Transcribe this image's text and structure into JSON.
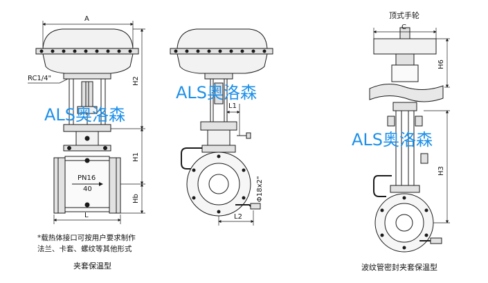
{
  "dimensions": {
    "A": "A",
    "C": "C",
    "L": "L",
    "L1": "L1",
    "L2": "L2",
    "H1": "H1",
    "H2": "H2",
    "H3": "H3",
    "H6": "H6",
    "Hb": "Hb"
  },
  "labels": {
    "rc_thread": "RC1/4\"",
    "pressure": "PN16",
    "size": "40",
    "bolt_hole": "Φ18x2\"",
    "top_handwheel": "顶式手轮"
  },
  "notes": [
    "*载热体接口可按用户要求制作",
    "法兰、卡套、螺纹等其他形式"
  ],
  "captions": {
    "left": "夹套保温型",
    "right": "波纹管密封夹套保温型"
  },
  "watermark": "ALS奥洛森",
  "colors": {
    "line": "#1a1a1a",
    "fill_light": "#f2f2f2",
    "fill_mid": "#e2e2e2",
    "watermark": "#1e90e8"
  }
}
